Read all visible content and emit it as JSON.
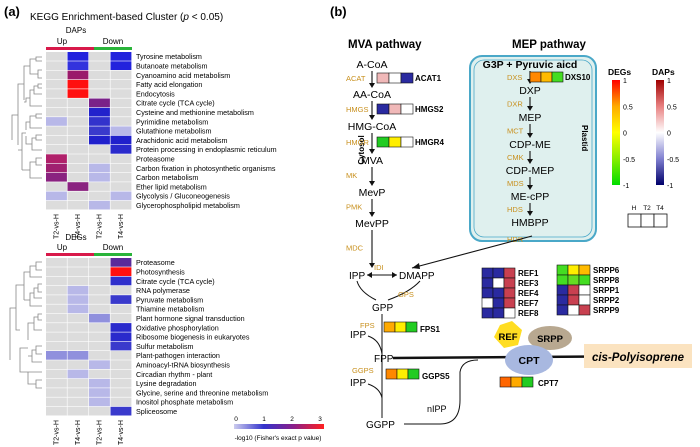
{
  "panel_a": {
    "label": "(a)",
    "title_main": "KEGG Enrichment-based Cluster (",
    "title_p": "p",
    "title_tail": " < 0.05)",
    "daps": {
      "header": "DAPs",
      "up": "Up",
      "down": "Down",
      "rows": [
        {
          "name": "Tyrosine metabolism",
          "cells": [
            "#dcdcdc",
            "#2222dd",
            "#dcdcdc",
            "#2222dd"
          ]
        },
        {
          "name": "Butanoate metabolism",
          "cells": [
            "#dcdcdc",
            "#3333dd",
            "#dcdcdc",
            "#2222dd"
          ]
        },
        {
          "name": "Cyanoamino acid metabolism",
          "cells": [
            "#dcdcdc",
            "#9a1a6a",
            "#dcdcdc",
            "#dcdcdc"
          ]
        },
        {
          "name": "Fatty acid elongation",
          "cells": [
            "#dcdcdc",
            "#ff1010",
            "#dcdcdc",
            "#dcdcdc"
          ]
        },
        {
          "name": "Endocytosis",
          "cells": [
            "#dcdcdc",
            "#ff1010",
            "#dcdcdc",
            "#dcdcdc"
          ]
        },
        {
          "name": "Citrate cycle (TCA cycle)",
          "cells": [
            "#dcdcdc",
            "#dcdcdc",
            "#7a2288",
            "#dcdcdc"
          ]
        },
        {
          "name": "Cysteine and methionine metabolism",
          "cells": [
            "#dcdcdc",
            "#dcdcdc",
            "#2222cc",
            "#dcdcdc"
          ]
        },
        {
          "name": "Pyrimidine metabolism",
          "cells": [
            "#b8b8e8",
            "#dcdcdc",
            "#3333cc",
            "#dcdcdc"
          ]
        },
        {
          "name": "Glutathione metabolism",
          "cells": [
            "#dcdcdc",
            "#dcdcdc",
            "#3a3acc",
            "#b8b8e8"
          ]
        },
        {
          "name": "Arachidonic acid metabolism",
          "cells": [
            "#dcdcdc",
            "#dcdcdc",
            "#2020cc",
            "#2020cc"
          ]
        },
        {
          "name": "Protein processing in endoplasmic reticulum",
          "cells": [
            "#dcdcdc",
            "#dcdcdc",
            "#dcdcdc",
            "#2a2acc"
          ]
        },
        {
          "name": "Proteasome",
          "cells": [
            "#b0206a",
            "#dcdcdc",
            "#dcdcdc",
            "#dcdcdc"
          ]
        },
        {
          "name": "Carbon fixation in photosynthetic organisms",
          "cells": [
            "#a02070",
            "#dcdcdc",
            "#b8b8e8",
            "#dcdcdc"
          ]
        },
        {
          "name": "Carbon metabolism",
          "cells": [
            "#8a2280",
            "#dcdcdc",
            "#b8b8e8",
            "#dcdcdc"
          ]
        },
        {
          "name": "Ether lipid metabolism",
          "cells": [
            "#dcdcdc",
            "#8a2280",
            "#dcdcdc",
            "#dcdcdc"
          ]
        },
        {
          "name": "Glycolysis / Gluconeogenesis",
          "cells": [
            "#b8b8e8",
            "#dcdcdc",
            "#dcdcdc",
            "#b8b8e8"
          ]
        },
        {
          "name": "Glycerophospholipid metabolism",
          "cells": [
            "#dcdcdc",
            "#dcdcdc",
            "#b8b8e8",
            "#dcdcdc"
          ]
        }
      ]
    },
    "degs": {
      "header": "DEGs",
      "up": "Up",
      "down": "Down",
      "rows": [
        {
          "name": "Proteasome",
          "cells": [
            "#dcdcdc",
            "#dcdcdc",
            "#dcdcdc",
            "#5a2a9a"
          ]
        },
        {
          "name": "Photosynthesis",
          "cells": [
            "#dcdcdc",
            "#dcdcdc",
            "#dcdcdc",
            "#ff1010"
          ]
        },
        {
          "name": "Citrate cycle (TCA cycle)",
          "cells": [
            "#dcdcdc",
            "#dcdcdc",
            "#dcdcdc",
            "#3030cc"
          ]
        },
        {
          "name": "RNA polymerase",
          "cells": [
            "#dcdcdc",
            "#b8b8e8",
            "#dcdcdc",
            "#dcdcdc"
          ]
        },
        {
          "name": "Pyruvate metabolism",
          "cells": [
            "#dcdcdc",
            "#b8b8e8",
            "#dcdcdc",
            "#3a3acc"
          ]
        },
        {
          "name": "Thiamine metabolism",
          "cells": [
            "#dcdcdc",
            "#b8b8e8",
            "#dcdcdc",
            "#dcdcdc"
          ]
        },
        {
          "name": "Plant hormone signal transduction",
          "cells": [
            "#dcdcdc",
            "#dcdcdc",
            "#9090dd",
            "#dcdcdc"
          ]
        },
        {
          "name": "Oxidative phosphorylation",
          "cells": [
            "#dcdcdc",
            "#dcdcdc",
            "#dcdcdc",
            "#2a2acc"
          ]
        },
        {
          "name": "Ribosome biogenesis in eukaryotes",
          "cells": [
            "#dcdcdc",
            "#dcdcdc",
            "#dcdcdc",
            "#2a2acc"
          ]
        },
        {
          "name": "Sulfur metabolism",
          "cells": [
            "#dcdcdc",
            "#dcdcdc",
            "#dcdcdc",
            "#3a3acc"
          ]
        },
        {
          "name": "Plant-pathogen interaction",
          "cells": [
            "#9090dd",
            "#9090dd",
            "#dcdcdc",
            "#dcdcdc"
          ]
        },
        {
          "name": "Aminoacyl-tRNA biosynthesis",
          "cells": [
            "#dcdcdc",
            "#dcdcdc",
            "#b8b8e8",
            "#dcdcdc"
          ]
        },
        {
          "name": "Circadian rhythm - plant",
          "cells": [
            "#dcdcdc",
            "#b8b8e8",
            "#dcdcdc",
            "#dcdcdc"
          ]
        },
        {
          "name": "Lysine degradation",
          "cells": [
            "#dcdcdc",
            "#dcdcdc",
            "#b8b8e8",
            "#dcdcdc"
          ]
        },
        {
          "name": "Glycine, serine and threonine metabolism",
          "cells": [
            "#dcdcdc",
            "#dcdcdc",
            "#b8b8e8",
            "#dcdcdc"
          ]
        },
        {
          "name": "Inositol phosphate metabolism",
          "cells": [
            "#dcdcdc",
            "#dcdcdc",
            "#b8b8e8",
            "#dcdcdc"
          ]
        },
        {
          "name": "Spliceosome",
          "cells": [
            "#dcdcdc",
            "#dcdcdc",
            "#dcdcdc",
            "#3a3acc"
          ]
        }
      ]
    },
    "columns": [
      "T2-vs-H",
      "T4-vs-H",
      "T2-vs-H",
      "T4-vs-H"
    ],
    "up_bar_color": "#d8194a",
    "down_bar_color": "#2ab43a",
    "legend": {
      "ticks": [
        "0",
        "1",
        "2",
        "3"
      ],
      "label": "-log10 (Fisher's exact p value)",
      "colors": [
        "#ccccee",
        "#3333cc",
        "#8a1f8a",
        "#ff2020"
      ]
    }
  },
  "panel_b": {
    "label": "(b)",
    "mva_title": "MVA pathway",
    "mep_title": "MEP pathway",
    "cytosol": "Cytosol",
    "plastid": "Plastid",
    "mva": [
      {
        "met": "A-CoA",
        "enz": "ACAT",
        "gene": "ACAT1",
        "cells": [
          "#f0b8b8",
          "#ffffff",
          "#2a2aa0"
        ]
      },
      {
        "met": "AA-CoA",
        "enz": "HMGS",
        "gene": "HMGS2",
        "cells": [
          "#2a2aa0",
          "#f0b8b8",
          "#ffffff"
        ]
      },
      {
        "met": "HMG-CoA",
        "enz": "HMGR",
        "gene": "HMGR4",
        "cells": [
          "#22cc22",
          "#ffee00",
          "#ffffff"
        ]
      },
      {
        "met": "MVA",
        "enz": "MK"
      },
      {
        "met": "MevP",
        "enz": "PMK"
      },
      {
        "met": "MevPP",
        "enz": "MDC"
      }
    ],
    "mep": [
      {
        "met": "G3P + Pyruvic aicd",
        "enz": "DXS",
        "gene": "DXS10",
        "cells": [
          "#ff8800",
          "#ffbb00",
          "#44dd22"
        ]
      },
      {
        "met": "DXP",
        "enz": "DXR"
      },
      {
        "met": "MEP",
        "enz": "MCT"
      },
      {
        "met": "CDP-ME",
        "enz": "CMK"
      },
      {
        "met": "CDP-MEP",
        "enz": "MDS"
      },
      {
        "met": "ME-cPP",
        "enz": "HDS"
      },
      {
        "met": "HMBPP",
        "enz": "HDR"
      }
    ],
    "ipp": "IPP",
    "dmapp": "DMAPP",
    "idi": "IDI",
    "gps": "GPS",
    "gpp": "GPP",
    "fps": "FPS",
    "fps_gene": "FPS1",
    "fps_cells": [
      "#ffaa00",
      "#ffee00",
      "#22cc22"
    ],
    "ipp2": "IPP",
    "fpp": "FPP",
    "ggps": "GGPS",
    "ggps_gene": "GGPS5",
    "ggps_cells": [
      "#ff8800",
      "#ffee00",
      "#22cc22"
    ],
    "ipp3": "IPP",
    "ggpp": "GGPP",
    "nipp": "nIPP",
    "ref": "REF",
    "srpp": "SRPP",
    "cpt": "CPT",
    "product": "cis-Polyisoprene",
    "cpt_gene": "CPT7",
    "cpt_cells": [
      "#ff6600",
      "#ffaa00",
      "#22cc22"
    ],
    "ref_genes": [
      {
        "name": "REF1",
        "cells": [
          "#2a2aa0",
          "#2a2aa0",
          "#c84050"
        ]
      },
      {
        "name": "REF3",
        "cells": [
          "#2a2aa0",
          "#ffffff",
          "#c84050"
        ]
      },
      {
        "name": "REF4",
        "cells": [
          "#2a2aa0",
          "#2a2aa0",
          "#c84050"
        ]
      },
      {
        "name": "REF7",
        "cells": [
          "#ffffff",
          "#2a2aa0",
          "#c84050"
        ]
      },
      {
        "name": "REF8",
        "cells": [
          "#2a2aa0",
          "#2a2aa0",
          "#ffffff"
        ]
      }
    ],
    "srpp_genes": [
      {
        "name": "SRPP6",
        "cells": [
          "#44dd22",
          "#ffee00",
          "#ffbb00"
        ]
      },
      {
        "name": "SRPP8",
        "cells": [
          "#44dd22",
          "#66dd22",
          "#44dd22"
        ]
      },
      {
        "name": "SRPP1",
        "cells": [
          "#2a2aa0",
          "#c84050",
          "#ffffff"
        ]
      },
      {
        "name": "SRPP2",
        "cells": [
          "#2a2aa0",
          "#c84050",
          "#ffffff"
        ]
      },
      {
        "name": "SRPP9",
        "cells": [
          "#2a2aa0",
          "#ffffff",
          "#c84050"
        ]
      }
    ],
    "degs_legend": {
      "title": "DEGs",
      "ticks": [
        "1",
        "0.5",
        "0",
        "-0.5",
        "-1"
      ],
      "colors": [
        "#ff0000",
        "#ffaa00",
        "#ffff00",
        "#88ee00",
        "#00dd00"
      ]
    },
    "daps_legend": {
      "title": "DAPs",
      "ticks": [
        "1",
        "0.5",
        "0",
        "-0.5",
        "-1"
      ],
      "colors": [
        "#a00000",
        "#e88080",
        "#ffffff",
        "#8080d0",
        "#00006a"
      ]
    },
    "sample_cols": [
      "H",
      "T2",
      "T4"
    ],
    "accent_enzyme": "#c8901e",
    "plastid_fill": "#dff0ee",
    "plastid_border": "#4aa8c8"
  }
}
